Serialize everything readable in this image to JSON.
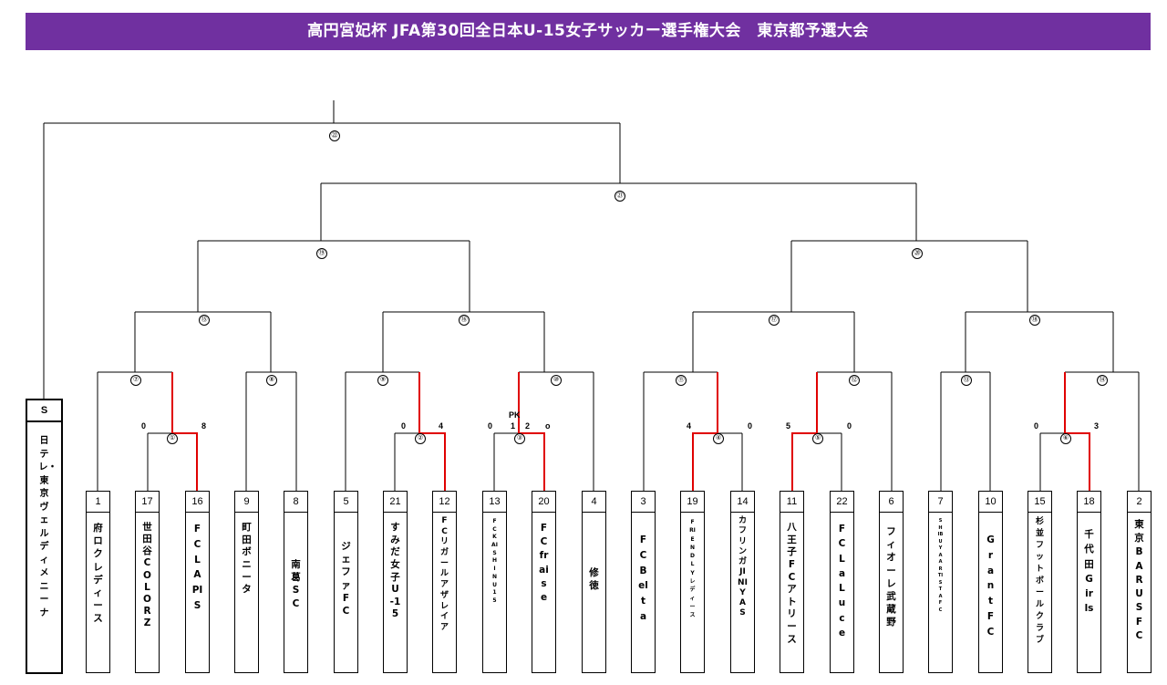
{
  "banner": {
    "title": "高円宮妃杯 JFA第30回全日本U-15女子サッカー選手権大会　東京都予選大会"
  },
  "seeded": {
    "seed": "S",
    "name": "日テレ・東京ヴェルディメニーナ"
  },
  "teams": [
    {
      "seed": "1",
      "name": "府ロクレディース"
    },
    {
      "seed": "17",
      "name": "世田谷COLORZ"
    },
    {
      "seed": "16",
      "name": "FC LAPIS"
    },
    {
      "seed": "9",
      "name": "町田ボニータ"
    },
    {
      "seed": "8",
      "name": "南葛SC"
    },
    {
      "seed": "5",
      "name": "ジェファFC"
    },
    {
      "seed": "21",
      "name": "すみだ女子U-15"
    },
    {
      "seed": "12",
      "name": "FCリガール アザレイア"
    },
    {
      "seed": "13",
      "name": "FC KAISHIN U15"
    },
    {
      "seed": "20",
      "name": "FC fraise"
    },
    {
      "seed": "4",
      "name": "修徳"
    },
    {
      "seed": "3",
      "name": "FC Belta"
    },
    {
      "seed": "19",
      "name": "FRIENDLY レディース"
    },
    {
      "seed": "14",
      "name": "カフリンガJINIYAS"
    },
    {
      "seed": "11",
      "name": "八王子FCアトリース"
    },
    {
      "seed": "22",
      "name": "FC La Luce"
    },
    {
      "seed": "6",
      "name": "フィオーレ武蔵野"
    },
    {
      "seed": "7",
      "name": "SHIBUYA ARTISTA FC"
    },
    {
      "seed": "10",
      "name": "Grant FC"
    },
    {
      "seed": "15",
      "name": "杉並フットボールクラブ"
    },
    {
      "seed": "18",
      "name": "千代田 Girls"
    },
    {
      "seed": "2",
      "name": "東京BARUS FC"
    }
  ],
  "matches": {
    "m1": "①",
    "m2": "②",
    "m3": "③",
    "m4": "④",
    "m5": "⑤",
    "m6": "⑥",
    "m7": "⑦",
    "m8": "⑧",
    "m9": "⑨",
    "m10": "⑩",
    "m11": "⑪",
    "m12": "⑫",
    "m13": "⑬",
    "m14": "⑭",
    "m15": "⑮",
    "m16": "⑯",
    "m17": "⑰",
    "m18": "⑱",
    "m19": "⑲",
    "m20": "⑳",
    "m21": "㉑",
    "m22": "㉒"
  },
  "scores": {
    "m1": {
      "left": "0",
      "right": "8"
    },
    "m2": {
      "left": "0",
      "right": "4"
    },
    "m3": {
      "left": "0",
      "pk_left": "1",
      "pk_label": "PK",
      "pk_right": "2",
      "right": "o"
    },
    "m4": {
      "left": "4",
      "right": "0"
    },
    "m5": {
      "left": "5",
      "right": "0"
    },
    "m6": {
      "left": "0",
      "right": "3"
    }
  },
  "colors": {
    "banner": "#7030a0",
    "winner_line": "#e00000",
    "line": "#000000"
  }
}
